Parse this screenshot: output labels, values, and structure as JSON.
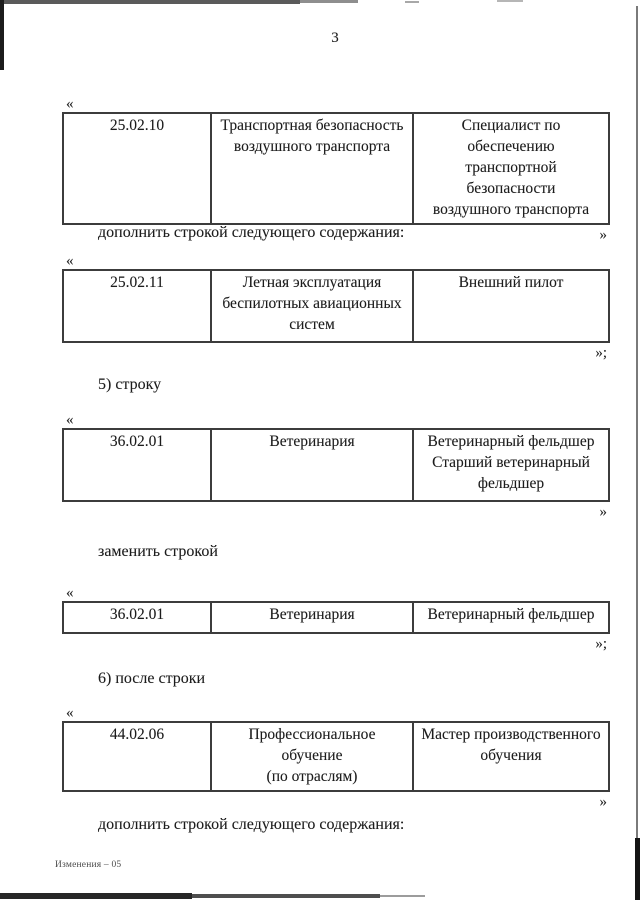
{
  "page": {
    "number": "3",
    "footer_note": "Изменения – 05"
  },
  "sections": [
    {
      "open": "«",
      "close": "»",
      "row": {
        "code": "25.02.10",
        "specialty": "Транспортная безопасность\nвоздушного транспорта",
        "qualification": "Специалист по обеспечению\nтранспортной безопасности\nвоздушного транспорта"
      },
      "after_text": "дополнить строкой следующего содержания:"
    },
    {
      "open": "«",
      "close": "»;",
      "row": {
        "code": "25.02.11",
        "specialty": "Летная эксплуатация\nбеспилотных авиационных\nсистем",
        "qualification": "Внешний пилот"
      },
      "after_text": "5) строку"
    },
    {
      "open": "«",
      "close": "»",
      "row": {
        "code": "36.02.01",
        "specialty": "Ветеринария",
        "qualification": "Ветеринарный фельдшер\nСтарший ветеринарный\nфельдшер"
      },
      "after_text": "заменить строкой"
    },
    {
      "open": "«",
      "close": "»;",
      "row": {
        "code": "36.02.01",
        "specialty": "Ветеринария",
        "qualification": "Ветеринарный фельдшер"
      },
      "after_text": "6) после строки"
    },
    {
      "open": "«",
      "close": "»",
      "row": {
        "code": "44.02.06",
        "specialty": "Профессиональное обучение\n(по отраслям)",
        "qualification": "Мастер производственного\nобучения"
      },
      "after_text": "дополнить строкой следующего содержания:"
    }
  ]
}
